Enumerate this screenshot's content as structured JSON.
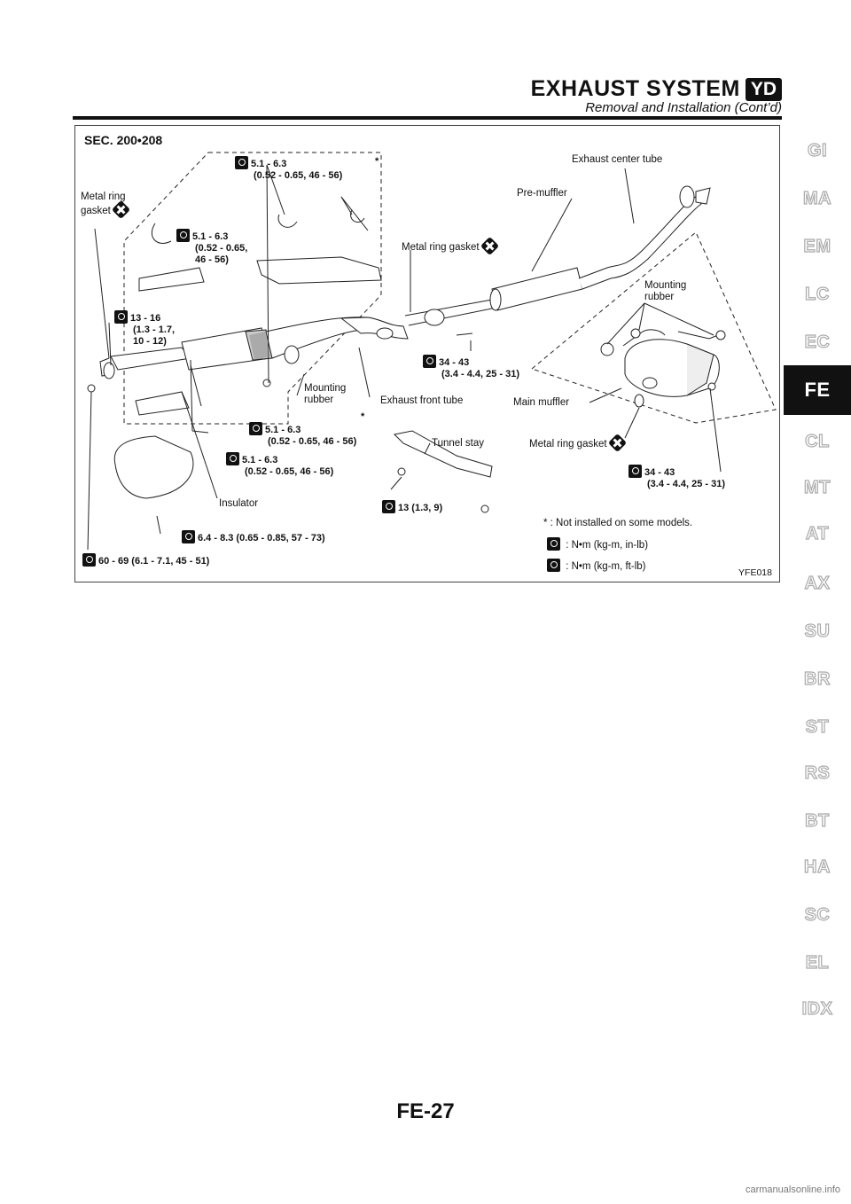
{
  "header": {
    "title": "EXHAUST SYSTEM",
    "badge": "YD",
    "subtitle": "Removal and Installation (Cont’d)"
  },
  "figure": {
    "section": "SEC. 200•208",
    "figure_id": "YFE018",
    "labels": {
      "exhaust_center_tube": "Exhaust center tube",
      "pre_muffler": "Pre-muffler",
      "metal_ring_gasket_left_1": "Metal ring",
      "metal_ring_gasket_left_2": "gasket",
      "metal_ring_gasket_mid": "Metal ring gasket",
      "mounting_rubber_right_1": "Mounting",
      "mounting_rubber_right_2": "rubber",
      "mounting_rubber_mid_1": "Mounting",
      "mounting_rubber_mid_2": "rubber",
      "exhaust_front_tube": "Exhaust front tube",
      "main_muffler": "Main muffler",
      "tunnel_stay": "Tunnel stay",
      "metal_ring_gasket_bottom": "Metal ring gasket",
      "insulator": "Insulator"
    },
    "torques": {
      "t1_1": "5.1 - 6.3",
      "t1_2": "(0.52 - 0.65, 46 - 56)",
      "t2_1": "5.1 - 6.3",
      "t2_2": "(0.52 - 0.65,",
      "t2_3": "46 - 56)",
      "t3_1": "13 - 16",
      "t3_2": "(1.3 - 1.7,",
      "t3_3": "10 - 12)",
      "t4_1": "34 - 43",
      "t4_2": "(3.4 - 4.4, 25 - 31)",
      "t5_1": "5.1 - 6.3",
      "t5_2": "(0.52 - 0.65, 46 - 56)",
      "t6_1": "5.1 - 6.3",
      "t6_2": "(0.52 - 0.65, 46 - 56)",
      "t7": "13 (1.3, 9)",
      "t8_1": "34 - 43",
      "t8_2": "(3.4 - 4.4, 25 - 31)",
      "t9": "6.4 - 8.3 (0.65 - 0.85, 57 - 73)",
      "t10": "60 - 69 (6.1 - 7.1, 45 - 51)"
    },
    "asterisk": "*",
    "legend": {
      "not_installed": "* : Not installed on some models.",
      "nm_inlb": ": N•m (kg-m, in-lb)",
      "nm_ftlb": ": N•m (kg-m, ft-lb)"
    }
  },
  "side_tabs": [
    "GI",
    "MA",
    "EM",
    "LC",
    "EC",
    "FE",
    "CL",
    "MT",
    "AT",
    "AX",
    "SU",
    "BR",
    "ST",
    "RS",
    "BT",
    "HA",
    "SC",
    "EL",
    "IDX"
  ],
  "active_tab": "FE",
  "page_number": "FE-27",
  "watermark": "carmanualsonline.info"
}
